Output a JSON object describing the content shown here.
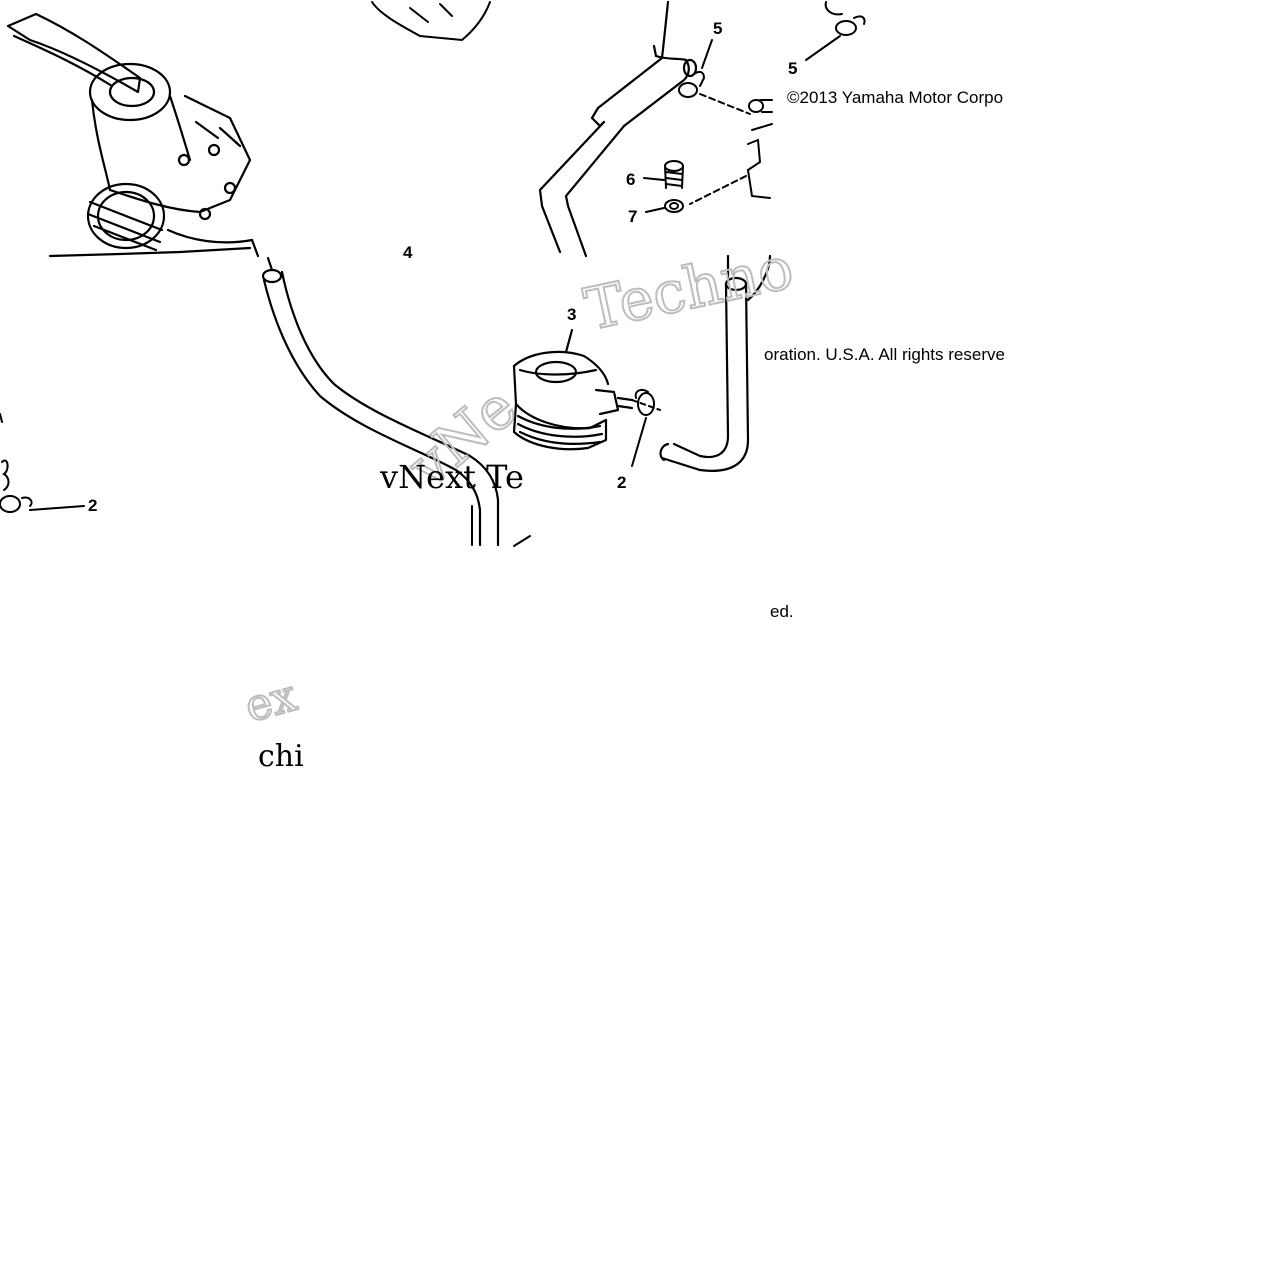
{
  "callouts": {
    "c2_left": "2",
    "c2_right": "2",
    "c3": "3",
    "c4": "4",
    "c5_upper": "5",
    "c5_right": "5",
    "c6": "6",
    "c7": "7"
  },
  "copyright": {
    "part1": "©2013 Yamaha Motor Corpo",
    "part2": "oration. U.S.A. All rights reserve",
    "part3": "ed."
  },
  "watermark": {
    "w1": "Techno",
    "w2": "vNext Te",
    "w3": "vNe",
    "w4": "ex",
    "w5": "chi"
  },
  "colors": {
    "ink": "#000000",
    "watermark": "#bdbdbd",
    "background": "#ffffff"
  }
}
